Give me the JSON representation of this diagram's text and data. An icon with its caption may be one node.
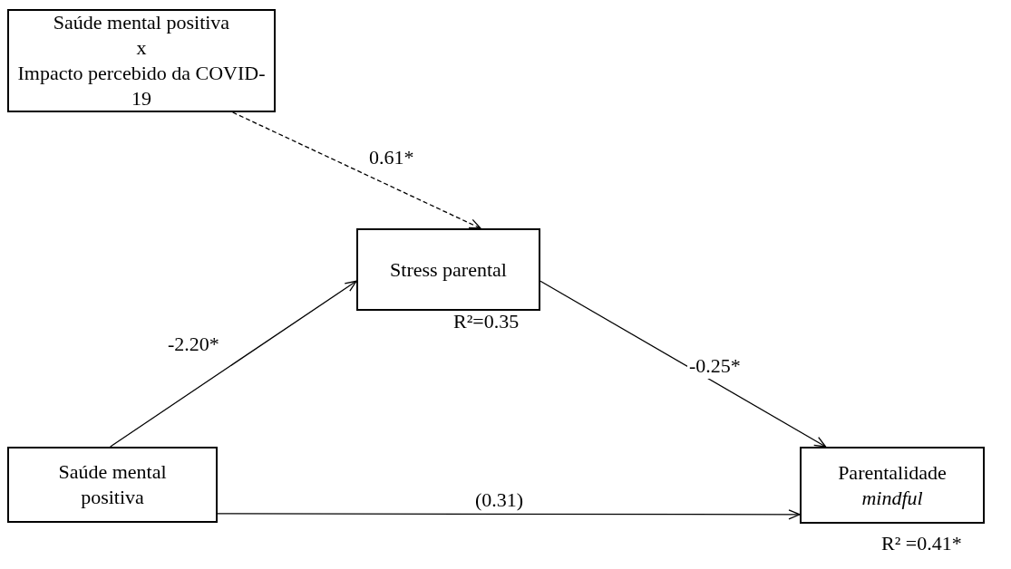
{
  "diagram": {
    "nodes": [
      {
        "text": [
          "Saúde mental positiva",
          "x",
          "Impacto percebido da COVID-19"
        ]
      },
      {
        "text": [
          "Stress parental"
        ],
        "beside": [
          "R²=0.35"
        ]
      },
      {
        "text": [
          "Saúde mental positiva"
        ]
      },
      {
        "text": [
          "Parentalidade *mindful*"
        ],
        "beside": [
          "R² =0.41*"
        ]
      }
    ],
    "edges": [
      {
        "from": 0,
        "to": 1,
        "arrow": "to",
        "label": "0.61*",
        "style": "dashed"
      },
      {
        "from": 2,
        "to": 1,
        "arrow": "to",
        "label": "-2.20*"
      },
      {
        "from": 1,
        "to": 3,
        "arrow": "to",
        "label": "-0.25*"
      },
      {
        "from": 2,
        "to": 3,
        "arrow": "to",
        "label": "(0.31)"
      }
    ]
  }
}
